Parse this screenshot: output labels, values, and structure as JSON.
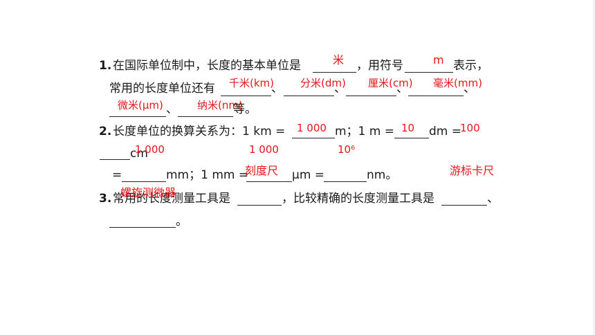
{
  "q1": {
    "num": "1.",
    "line1_a": "在国际单位制中，长度的基本单位是",
    "line1_b": "，用符号",
    "line1_c": "表示，",
    "line2_a": "常用的长度单位还有",
    "sep": "、",
    "line3_end": "等。"
  },
  "q2": {
    "num": "2.",
    "line1_a": "长度单位的换算关系为：1 km =",
    "line1_b": "m；1 m =",
    "line1_c": "dm =",
    "line2_a": "cm",
    "line3_a": "=",
    "line3_b": "mm；1 mm =",
    "line3_c": "μm =",
    "line3_d": "nm。"
  },
  "q3": {
    "num": "3.",
    "line1_a": "常用的长度测量工具是",
    "line1_b": "，比较精确的长度测量工具是",
    "line1_c": "、",
    "line2_end": "。"
  },
  "answers": {
    "a_mi": "米",
    "a_m": "m",
    "a_qianmi": "千米(km)",
    "a_fenmi": "分米(dm)",
    "a_limi": "厘米(cm)",
    "a_haomi": "毫米(mm)",
    "a_weimi": "微米(μm)",
    "a_nami": "纳米(nm)",
    "a_1000a": "1 000",
    "a_10": "10",
    "a_100": "100",
    "a_1000b": "1 000",
    "a_1000c": "1 000",
    "a_10_6": "10⁶",
    "a_kedu": "刻度尺",
    "a_youbiao": "游标卡尺",
    "a_luoxuan": "螺旋测微器"
  }
}
